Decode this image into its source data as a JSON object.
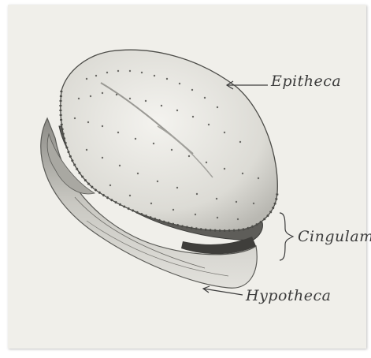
{
  "labels": {
    "epitheca": "Epitheca",
    "cingulum": "Cingulam",
    "hypotheca": "Hypotheca"
  },
  "colors": {
    "paper": "#f0efea",
    "ink": "#3c3c3c",
    "shading": "#8a8a86"
  }
}
